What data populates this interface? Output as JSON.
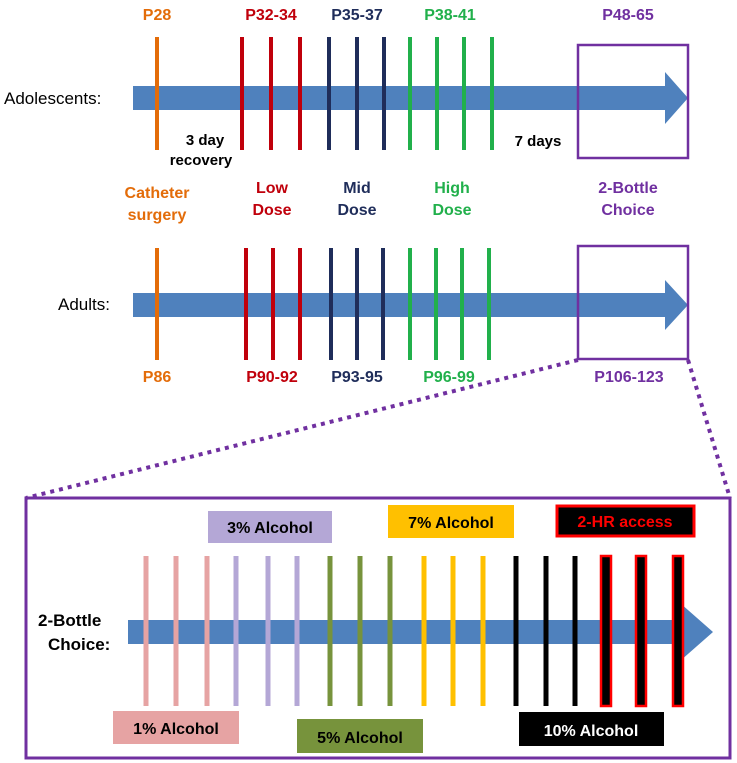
{
  "colors": {
    "arrow": "#4f81bd",
    "surgery": "#e36c09",
    "low": "#c0000b",
    "mid": "#1f2d5a",
    "high": "#21b04b",
    "choice": "#7030a0",
    "alc1": "#e6a3a3",
    "alc3": "#b4a7d6",
    "alc5": "#77933c",
    "alc7": "#ffc000",
    "alc10": "#000000",
    "hr": "#ff0000"
  },
  "adolescents": {
    "row_label": "Adolescents:",
    "surgery_age": "P28",
    "low_age": "P32-34",
    "mid_age": "P35-37",
    "high_age": "P38-41",
    "choice_age": "P48-65",
    "recovery_line1": "3 day",
    "recovery_line2": "recovery",
    "gap_label": "7 days"
  },
  "middle_labels": {
    "surgery_line1": "Catheter",
    "surgery_line2": "surgery",
    "low_line1": "Low",
    "low_line2": "Dose",
    "mid_line1": "Mid",
    "mid_line2": "Dose",
    "high_line1": "High",
    "high_line2": "Dose",
    "choice_line1": "2-Bottle",
    "choice_line2": "Choice"
  },
  "adults": {
    "row_label": "Adults:",
    "surgery_age": "P86",
    "low_age": "P90-92",
    "mid_age": "P93-95",
    "high_age": "P96-99",
    "choice_age": "P106-123"
  },
  "two_bottle": {
    "row_label_line1": "2-Bottle",
    "row_label_line2": "Choice:",
    "alcohol_1": "1% Alcohol",
    "alcohol_3": "3% Alcohol",
    "alcohol_5": "5% Alcohol",
    "alcohol_7": "7% Alcohol",
    "alcohol_10": "10% Alcohol",
    "hr_access": "2-HR access"
  }
}
